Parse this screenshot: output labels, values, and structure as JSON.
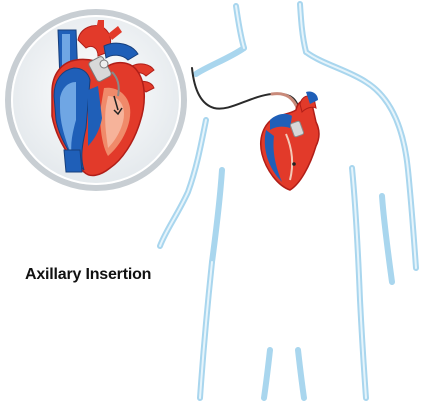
{
  "caption": {
    "label": "Axillary Insertion"
  },
  "colors": {
    "outline": "#a9d6ee",
    "outline_inner": "#e6f4fb",
    "magnifier_fill": "#eef1f3",
    "magnifier_rim": "#c8ced3",
    "myocardium": "#e23a2a",
    "myocardium_dark": "#b01e18",
    "myocardium_light": "#f08a6a",
    "venous": "#1f5fb8",
    "venous_light": "#6fa6e4",
    "device": "#d8d8d8",
    "catheter": "#2a2a2a"
  },
  "icons": [
    "human-body-outline",
    "heart-closeup",
    "heart-small",
    "device-catheter"
  ]
}
